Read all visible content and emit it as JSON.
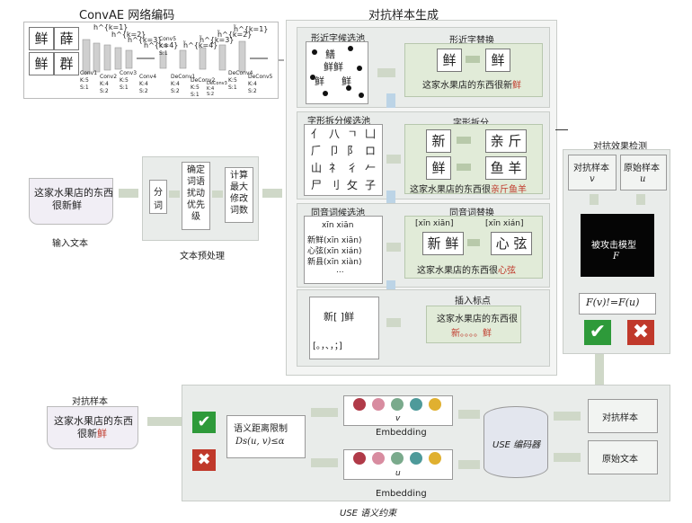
{
  "convae": {
    "title": "ConvAE 网络编码",
    "chars": [
      "鲜",
      "薛",
      "鲜",
      "群"
    ],
    "layers": [
      "Conv1\nK:5\nS:1",
      "Conv2\nK:4\nS:2",
      "Conv3\nK:5\nS:1",
      "Conv4\nK:4\nS:2",
      "Conv5\nK:5\nS:1",
      "DeConv1\nK:4\nS:2",
      "DeConv2\nK:5\nS:1",
      "DeConv3\nK:4\nS:2",
      "DeConv4\nK:5\nS:1",
      "DeConv5\nK:4\nS:2"
    ],
    "h_labels": [
      "h^{k=1}",
      "h^{k=2}",
      "h^{k=3}",
      "h^{k=4}",
      "h̃^{k=4}",
      "h̃^{k=3}",
      "h̃^{k=2}",
      "h̃^{k=1}"
    ]
  },
  "input": {
    "text_line1": "这家水果店的东西",
    "text_line2": "很新鲜",
    "label": "输入文本"
  },
  "preprocess": {
    "label": "文本预处理",
    "seg": "分\n词",
    "det": "确定\n词语\n扰动\n优先\n级",
    "calc": "计算\n最大\n修改\n词数"
  },
  "generation": {
    "title": "对抗样本生成",
    "similar": {
      "pool_title": "形近字候选池",
      "pool_chars": [
        "鳝",
        "鲜鲜",
        "鲜",
        "鲜"
      ],
      "replace_title": "形近字替换",
      "from": "鲜",
      "to": "鲜",
      "sentence_prefix": "这家水果店的东西很新",
      "sentence_red": "鲜"
    },
    "split": {
      "pool_title": "字形拆分候选池",
      "pool_chars": [
        "亻",
        "八",
        "ㄱ",
        "凵",
        "𠂆",
        "卩",
        "阝",
        "ロ",
        "山",
        "礻",
        "彳",
        "𠂉",
        "尸",
        "刂",
        "攵",
        "子"
      ],
      "replace_title": "字形拆分",
      "a": "新",
      "a_to": "亲 斤",
      "b": "鲜",
      "b_to": "鱼 羊",
      "sentence_prefix": "这家水果店的东西很",
      "sentence_red": "亲斤鱼羊"
    },
    "homophone": {
      "pool_title": "同音词候选池",
      "pool_lines": [
        "xīn xiān",
        "新鲜(xīn xiān)",
        "心弦(xīn xián)",
        "新县(xīn xiàn)",
        "..."
      ],
      "replace_title": "同音词替换",
      "pinyin_a": "[xīn xiān]",
      "pinyin_b": "[xīn xián]",
      "word_a": "新 鲜",
      "word_b": "心 弦",
      "sentence_prefix": "这家水果店的东西很",
      "sentence_red": "心弦"
    },
    "punct": {
      "title": "插入标点",
      "example": "新[ ]鲜",
      "options": "[。，、，；]",
      "sentence_line1": "这家水果店的东西很",
      "sentence_line2_black": "新。。。。",
      "sentence_line2_red": "鲜"
    }
  },
  "detection": {
    "title": "对抗效果检测",
    "adv_label": "对抗样本",
    "adv_var": "v",
    "orig_label": "原始样本",
    "orig_var": "u",
    "model_label": "被攻击模型",
    "model_var": "F",
    "formula": "F(v)!=F(u)"
  },
  "use": {
    "title": "USE 语义约束",
    "adv": "对抗样本",
    "orig": "原始文本",
    "encoder": "USE 编码器",
    "emb_label": "Embedding",
    "emb_var_v": "v",
    "emb_var_u": "u",
    "limit_title": "语义距离限制",
    "limit_formula": "Ds(u, v)≤α"
  },
  "output": {
    "label": "对抗样本",
    "text_line1": "这家水果店的东西",
    "text_line2_black": "很新",
    "text_line2_red": "鲜"
  },
  "colors": {
    "check": "#2e9a3a",
    "cross": "#c0392b",
    "arrow": "#c9d4c1",
    "emb": [
      "#b03a48",
      "#d88ca0",
      "#7aaa8c",
      "#4e9a9a",
      "#e0b030"
    ]
  }
}
